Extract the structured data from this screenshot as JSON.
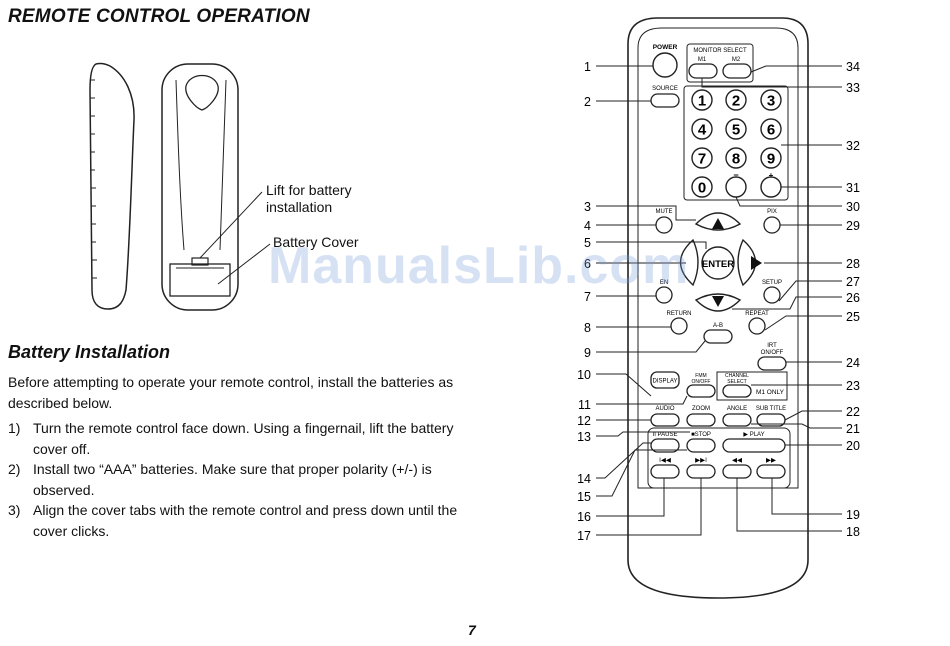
{
  "heading": "REMOTE CONTROL OPERATION",
  "callouts": {
    "lift_line1": "Lift for battery",
    "lift_line2": "installation",
    "battery_cover": "Battery Cover"
  },
  "battery_section": {
    "heading": "Battery Installation",
    "intro": "Before attempting to operate your remote control, install the batteries as described below.",
    "steps": [
      {
        "num": "1)",
        "text": "Turn the remote control face down. Using a fingernail, lift the battery cover off."
      },
      {
        "num": "2)",
        "text": "Install two “AAA” batteries. Make sure that proper polarity (+/-) is observed."
      },
      {
        "num": "3)",
        "text": "Align the cover tabs with the remote control and press down until the cover clicks."
      }
    ]
  },
  "remote": {
    "power": "POWER",
    "source": "SOURCE",
    "monitor_select": "MONITOR SELECT",
    "m1": "M1",
    "m2": "M2",
    "digits": [
      "1",
      "2",
      "3",
      "4",
      "5",
      "6",
      "7",
      "8",
      "9",
      "0"
    ],
    "minus": "−",
    "plus": "+",
    "mute": "MUTE",
    "pix": "PIX",
    "enter": "ENTER",
    "en": "EN",
    "setup": "SETUP",
    "return": "RETURN",
    "repeat": "REPEAT",
    "ab": "A-B",
    "irt": "IRT",
    "on_off": "ON/OFF",
    "display": "DISPLAY",
    "fmm": "FMM",
    "channel": "CHANNEL",
    "select": "SELECT",
    "m1_only": "M1 ONLY",
    "audio": "AUDIO",
    "zoom": "ZOOM",
    "angle": "ANGLE",
    "subtitle": "SUB TITLE",
    "pause": "II PAUSE",
    "stop": "■STOP",
    "play": "▶ PLAY",
    "prev": "I◀◀",
    "next": "▶▶I",
    "rew": "◀◀",
    "ff": "▶▶"
  },
  "labels_left": [
    "1",
    "2",
    "3",
    "4",
    "5",
    "6",
    "7",
    "8",
    "9",
    "10",
    "11",
    "12",
    "13",
    "14",
    "15",
    "16",
    "17"
  ],
  "labels_right": [
    "34",
    "33",
    "32",
    "31",
    "30",
    "29",
    "28",
    "27",
    "26",
    "25",
    "24",
    "23",
    "22",
    "21",
    "20",
    "19",
    "18"
  ],
  "watermark": "ManualsLib.com",
  "page_number": "7"
}
